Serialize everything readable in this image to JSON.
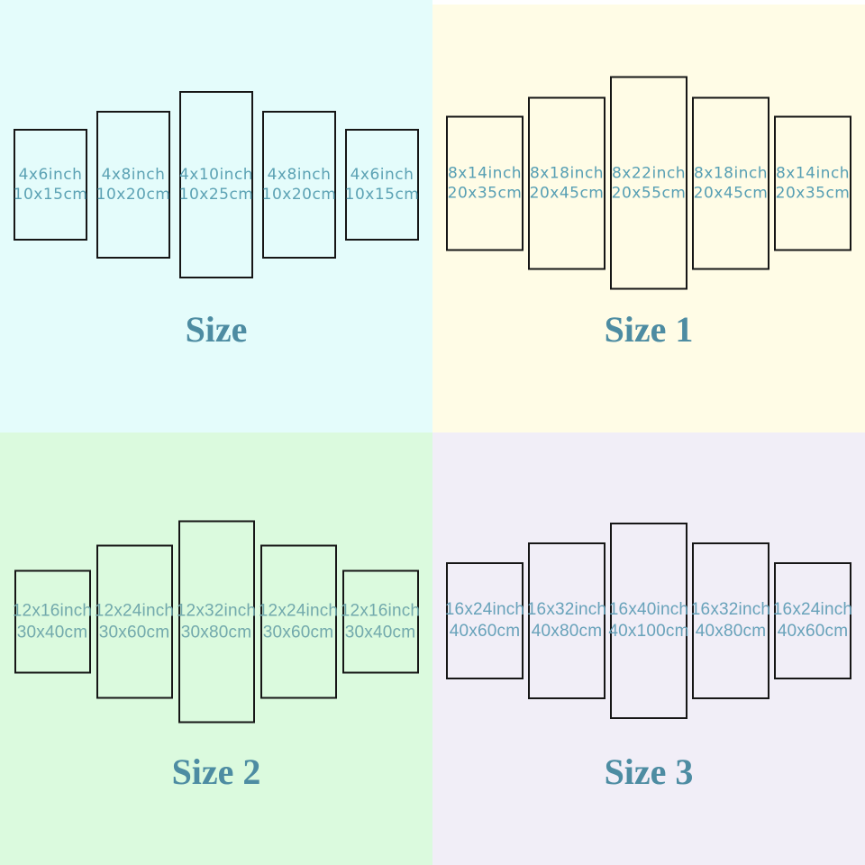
{
  "page": {
    "type": "canvas-panel-size-chart",
    "description": "Four quadrant size chart for 5-piece canvas wall art sets"
  },
  "colors": {
    "title_text": "#4d8ca2",
    "panel_border": "#161616",
    "section_backgrounds": {
      "size": "#e4fcfb",
      "size_1": "#fffce6",
      "size_2": "#dbfade",
      "size_3": "#f1eef7"
    },
    "label_text": {
      "size": "#5ca2b4",
      "size_1": "#579fb4",
      "size_2": "#72a9ac",
      "size_3": "#68a2ba"
    }
  },
  "sections": [
    {
      "title": "Size",
      "panels": [
        {
          "inch": "4x6inch",
          "cm": "10x15cm"
        },
        {
          "inch": "4x8inch",
          "cm": "10x20cm"
        },
        {
          "inch": "4x10inch",
          "cm": "10x25cm"
        },
        {
          "inch": "4x8inch",
          "cm": "10x20cm"
        },
        {
          "inch": "4x6inch",
          "cm": "10x15cm"
        }
      ]
    },
    {
      "title": "Size 1",
      "panels": [
        {
          "inch": "8x14inch",
          "cm": "20x35cm"
        },
        {
          "inch": "8x18inch",
          "cm": "20x45cm"
        },
        {
          "inch": "8x22inch",
          "cm": "20x55cm"
        },
        {
          "inch": "8x18inch",
          "cm": "20x45cm"
        },
        {
          "inch": "8x14inch",
          "cm": "20x35cm"
        }
      ]
    },
    {
      "title": "Size 2",
      "panels": [
        {
          "inch": "12x16inch",
          "cm": "30x40cm"
        },
        {
          "inch": "12x24inch",
          "cm": "30x60cm"
        },
        {
          "inch": "12x32inch",
          "cm": "30x80cm"
        },
        {
          "inch": "12x24inch",
          "cm": "30x60cm"
        },
        {
          "inch": "12x16inch",
          "cm": "30x40cm"
        }
      ]
    },
    {
      "title": "Size 3",
      "panels": [
        {
          "inch": "16x24inch",
          "cm": "40x60cm"
        },
        {
          "inch": "16x32inch",
          "cm": "40x80cm"
        },
        {
          "inch": "16x40inch",
          "cm": "40x100cm"
        },
        {
          "inch": "16x32inch",
          "cm": "40x80cm"
        },
        {
          "inch": "16x24inch",
          "cm": "40x60cm"
        }
      ]
    }
  ]
}
